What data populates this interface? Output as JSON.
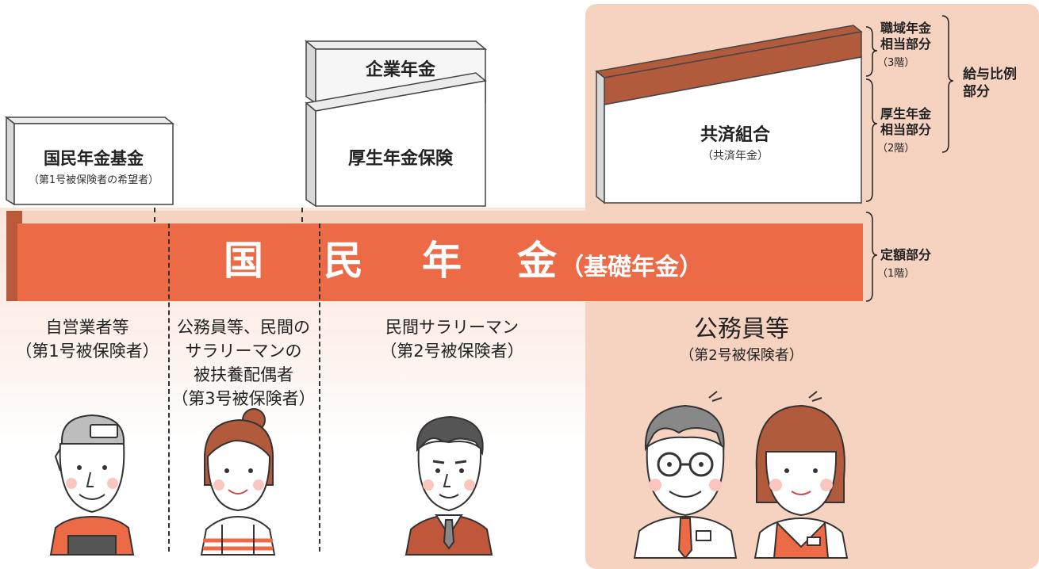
{
  "colors": {
    "basic_pension": "#ec6a45",
    "basic_pension_side": "#b85a3a",
    "mutual_band": "#b25a3c",
    "panel_bg": "#f6d2c0",
    "box_front": "#ffffff",
    "box_top": "#ececec"
  },
  "boxes": {
    "national_fund": {
      "title": "国民年金基金",
      "subtitle": "（第1号被保険者の希望者）"
    },
    "corporate": {
      "title": "企業年金"
    },
    "welfare": {
      "title": "厚生年金保険"
    },
    "mutual": {
      "title": "共済組合",
      "subtitle": "（共済年金）"
    }
  },
  "basic_bar": {
    "chars": [
      "国",
      "民",
      "年",
      "金"
    ],
    "sub": "（基礎年金）"
  },
  "right_labels": {
    "tier3": {
      "line1": "職域年金",
      "line2": "相当部分",
      "tier": "（3階）"
    },
    "tier2": {
      "line1": "厚生年金",
      "line2": "相当部分",
      "tier": "（2階）"
    },
    "earnings": {
      "line1": "給与比例",
      "line2": "部分"
    },
    "tier1": {
      "line1": "定額部分",
      "tier": "（1階）"
    }
  },
  "groups": {
    "self_employed": {
      "line1": "自営業者等",
      "line2": "（第1号被保険者）"
    },
    "dependent": {
      "line1": "公務員等、民間の",
      "line2": "サラリーマンの",
      "line3": "被扶養配偶者",
      "line4": "（第3号被保険者）"
    },
    "salaryman": {
      "line1": "民間サラリーマン",
      "line2": "（第2号被保険者）"
    },
    "civil_servant": {
      "line1": "公務員等",
      "line2": "（第2号被保険者）"
    }
  },
  "icons": [
    "self-employed-person-icon",
    "housewife-icon",
    "salaryman-icon",
    "civil-servant-man-icon",
    "civil-servant-woman-icon"
  ]
}
